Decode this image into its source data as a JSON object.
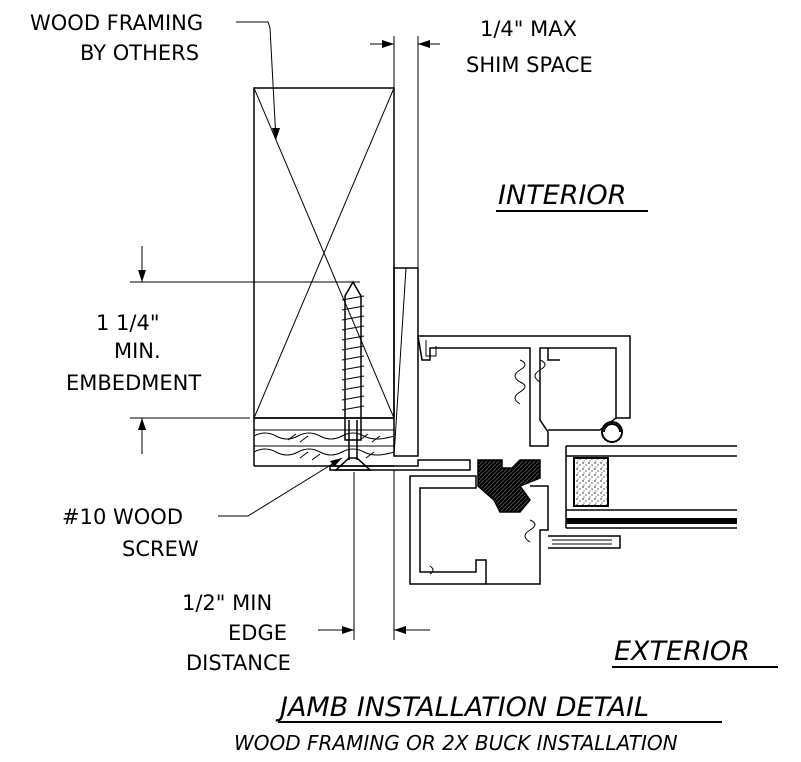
{
  "labels": {
    "wood_framing_1": "WOOD FRAMING",
    "wood_framing_2": "BY OTHERS",
    "shim_1": "1/4\" MAX",
    "shim_2": "SHIM SPACE",
    "interior": "INTERIOR",
    "embed_1": "1  1/4\"",
    "embed_2": "MIN.",
    "embed_3": "EMBEDMENT",
    "screw_1": "#10 WOOD",
    "screw_2": "SCREW",
    "edge_1": "1/2\" MIN",
    "edge_2": "EDGE",
    "edge_3": "DISTANCE",
    "exterior": "EXTERIOR",
    "title": "JAMB INSTALLATION DETAIL",
    "subtitle": "WOOD FRAMING OR 2X BUCK INSTALLATION"
  },
  "colors": {
    "line": "#000000",
    "background": "#ffffff",
    "gasket": "#111111"
  }
}
